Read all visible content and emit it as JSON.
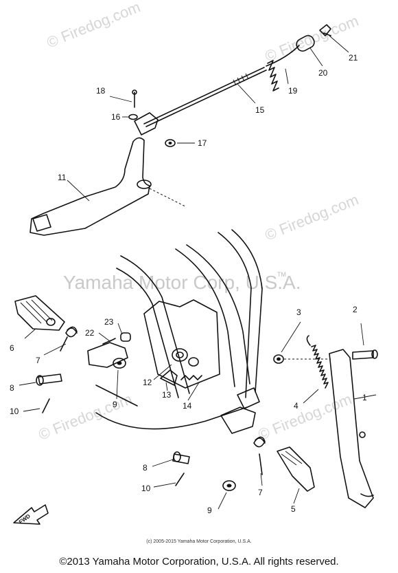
{
  "watermarks": {
    "firedog": "© Firedog.com",
    "yamaha": "Yamaha Motor Corp, U.S.A.",
    "tm": "TM"
  },
  "fwd_label": "FWD",
  "parts": [
    {
      "id": "p1",
      "label": "1"
    },
    {
      "id": "p2",
      "label": "2"
    },
    {
      "id": "p3",
      "label": "3"
    },
    {
      "id": "p4",
      "label": "4"
    },
    {
      "id": "p5",
      "label": "5"
    },
    {
      "id": "p6",
      "label": "6"
    },
    {
      "id": "p7a",
      "label": "7"
    },
    {
      "id": "p7b",
      "label": "7"
    },
    {
      "id": "p8a",
      "label": "8"
    },
    {
      "id": "p8b",
      "label": "8"
    },
    {
      "id": "p9a",
      "label": "9"
    },
    {
      "id": "p9b",
      "label": "9"
    },
    {
      "id": "p10a",
      "label": "10"
    },
    {
      "id": "p10b",
      "label": "10"
    },
    {
      "id": "p11",
      "label": "11"
    },
    {
      "id": "p12",
      "label": "12"
    },
    {
      "id": "p13",
      "label": "13"
    },
    {
      "id": "p14",
      "label": "14"
    },
    {
      "id": "p15",
      "label": "15"
    },
    {
      "id": "p16",
      "label": "16"
    },
    {
      "id": "p17",
      "label": "17"
    },
    {
      "id": "p18",
      "label": "18"
    },
    {
      "id": "p19",
      "label": "19"
    },
    {
      "id": "p20",
      "label": "20"
    },
    {
      "id": "p21",
      "label": "21"
    },
    {
      "id": "p22",
      "label": "22"
    },
    {
      "id": "p23",
      "label": "23"
    }
  ],
  "credit_small": "(c) 2005-2015 Yamaha Motor Corporation, U.S.A.",
  "footer": "©2013 Yamaha Motor Corporation, U.S.A. All rights reserved."
}
